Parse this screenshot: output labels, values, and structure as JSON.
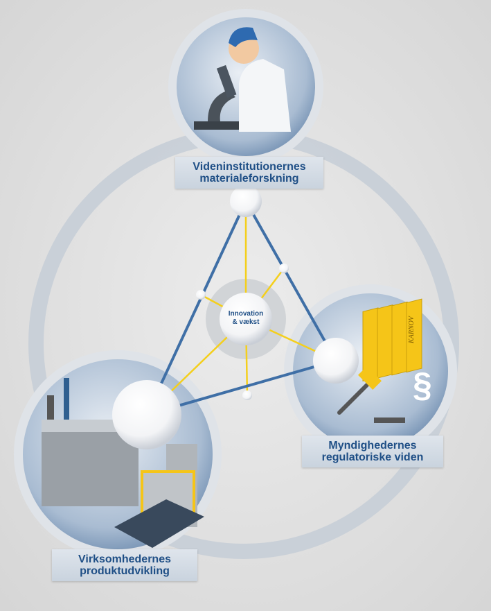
{
  "nodes": {
    "research": {
      "label_line1": "Videninstitutionernes",
      "label_line2": "materialeforskning"
    },
    "authorities": {
      "label_line1": "Myndighedernes",
      "label_line2": "regulatoriske viden"
    },
    "companies": {
      "label_line1": "Virksomhedernes",
      "label_line2": "produktudvikling"
    },
    "center": {
      "label_line1": "Innovation",
      "label_line2": "& vækst"
    }
  },
  "book_label": "KARNOV",
  "colors": {
    "blue_line": "#3f6fa6",
    "yellow_line": "#f4cf1c",
    "label_text": "#1f4f86",
    "background": "#e2e2e2"
  }
}
